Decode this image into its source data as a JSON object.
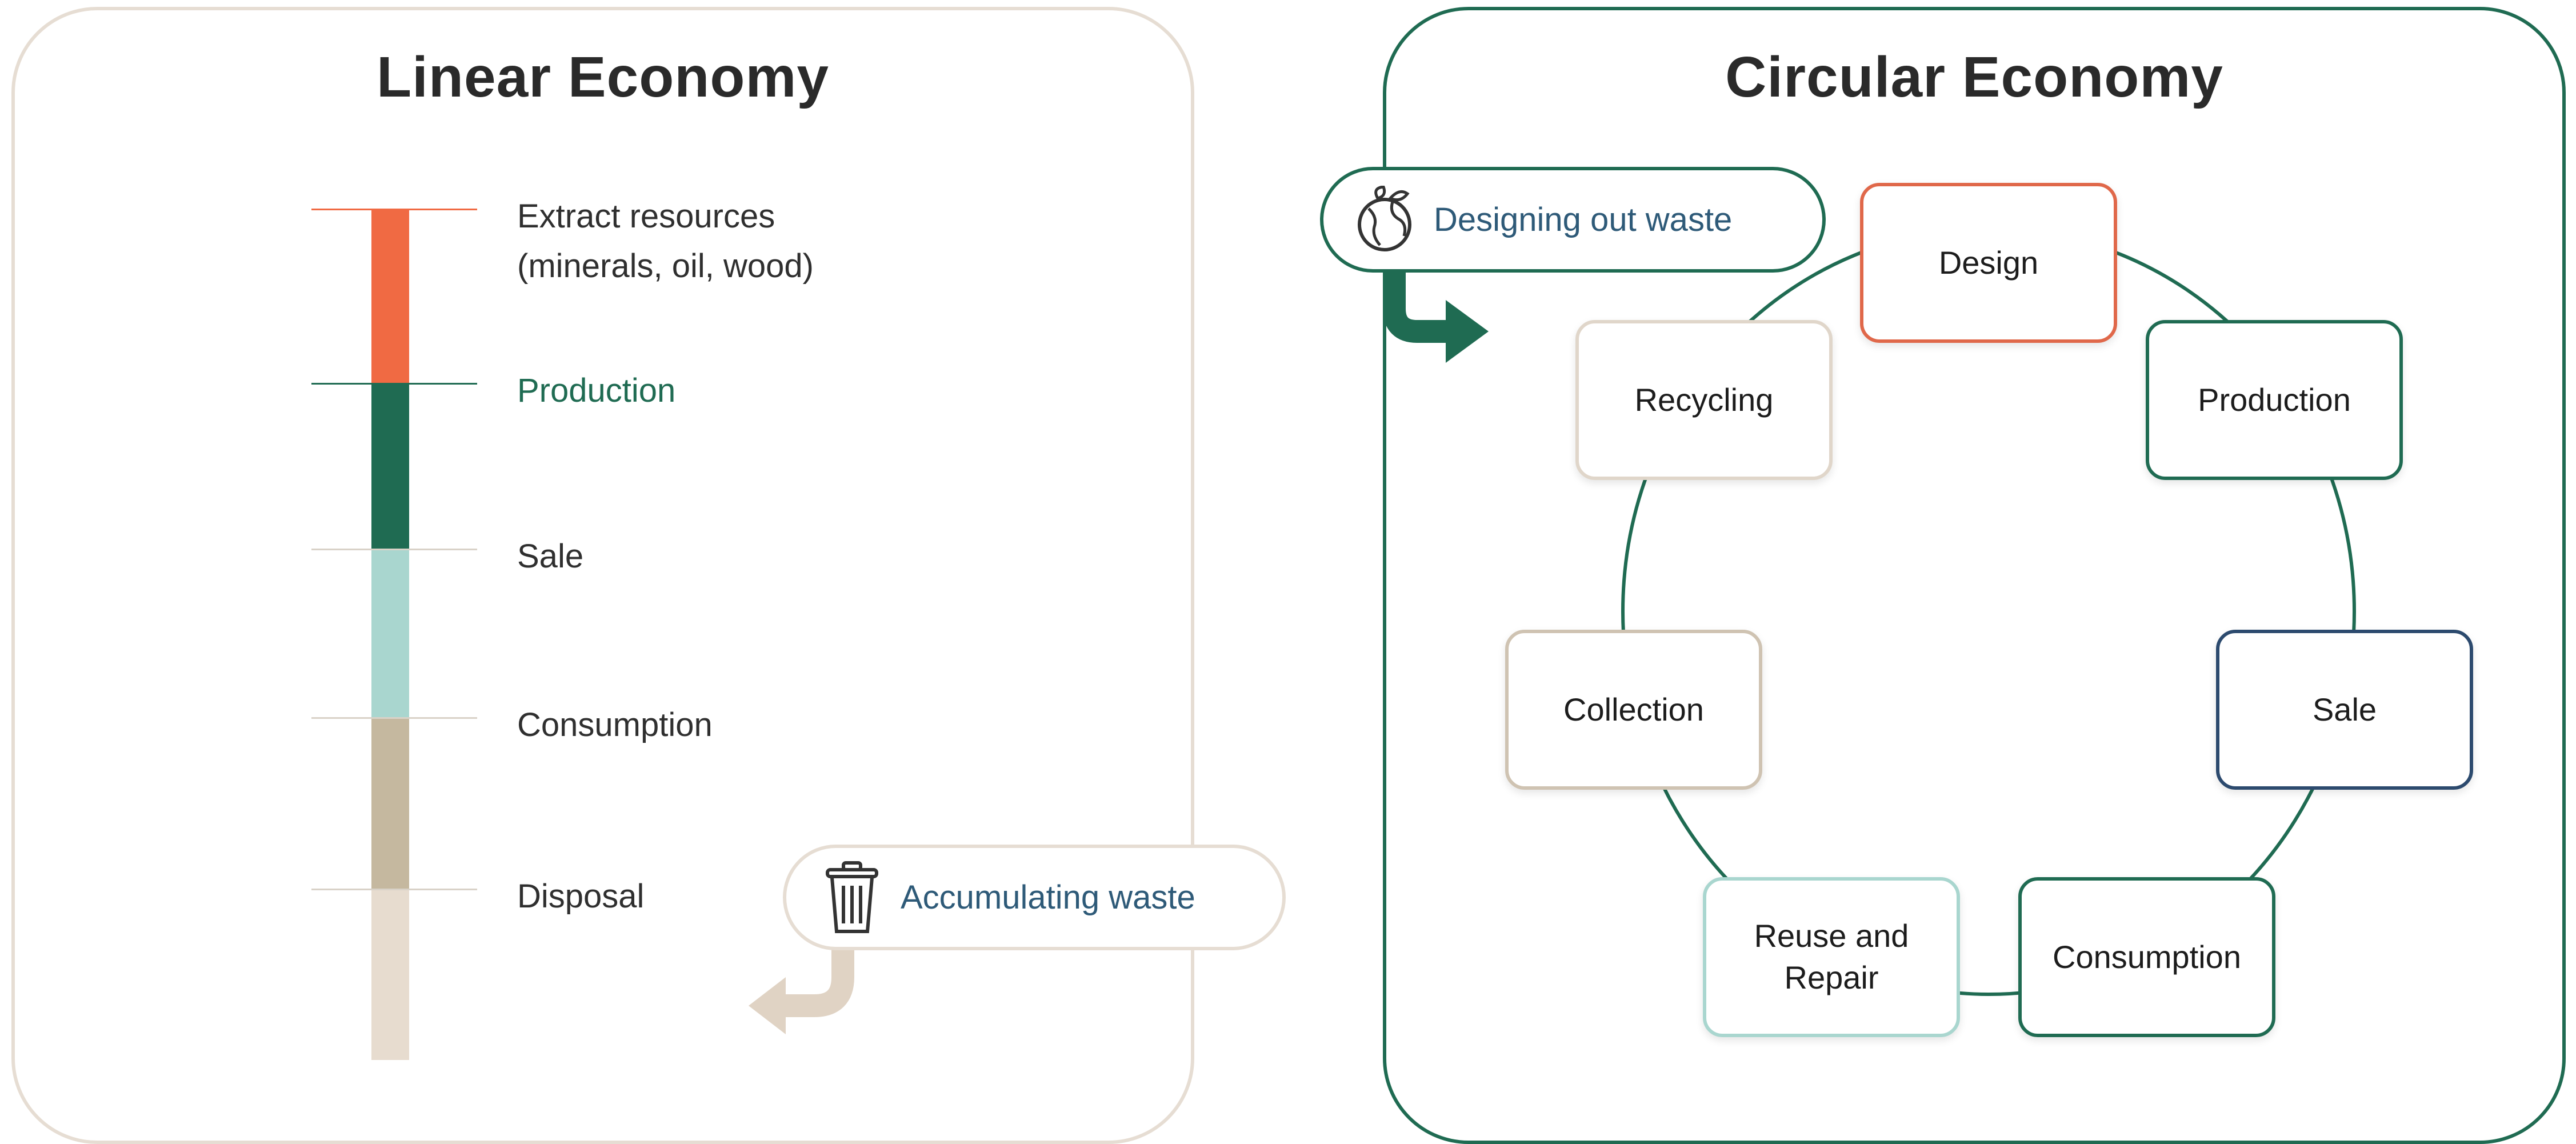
{
  "linear": {
    "title": "Linear Economy",
    "stages": [
      {
        "label": "Extract resources\n(minerals, oil, wood)",
        "color": "#f06a43",
        "label_color": "#2f2f2f"
      },
      {
        "label": "Production",
        "color": "#1f6b52",
        "label_color": "#1f6b52"
      },
      {
        "label": "Sale",
        "color": "#a9d6cf",
        "label_color": "#2f2f2f"
      },
      {
        "label": "Consumption",
        "color": "#c5b89f",
        "label_color": "#2f2f2f"
      },
      {
        "label": "Disposal",
        "color": "#e7dccf",
        "label_color": "#2f2f2f"
      }
    ],
    "callout": {
      "text": "Accumulating waste",
      "icon": "trash-can-icon"
    }
  },
  "circular": {
    "title": "Circular Economy",
    "callout": {
      "text": "Designing out waste",
      "icon": "globe-leaf-icon"
    },
    "nodes": [
      {
        "label": "Design",
        "border": "#e0684a"
      },
      {
        "label": "Production",
        "border": "#1f6b52"
      },
      {
        "label": "Sale",
        "border": "#2c4a6e"
      },
      {
        "label": "Consumption",
        "border": "#1f6b52"
      },
      {
        "label": "Reuse and\nRepair",
        "border": "#a9d6cf"
      },
      {
        "label": "Collection",
        "border": "#cfc3b2"
      },
      {
        "label": "Recycling",
        "border": "#e0d6ca"
      }
    ],
    "ring_color": "#1f6b52",
    "arrow_color": "#1f6b52"
  },
  "linear_arrow_color": "#e0d3c4"
}
